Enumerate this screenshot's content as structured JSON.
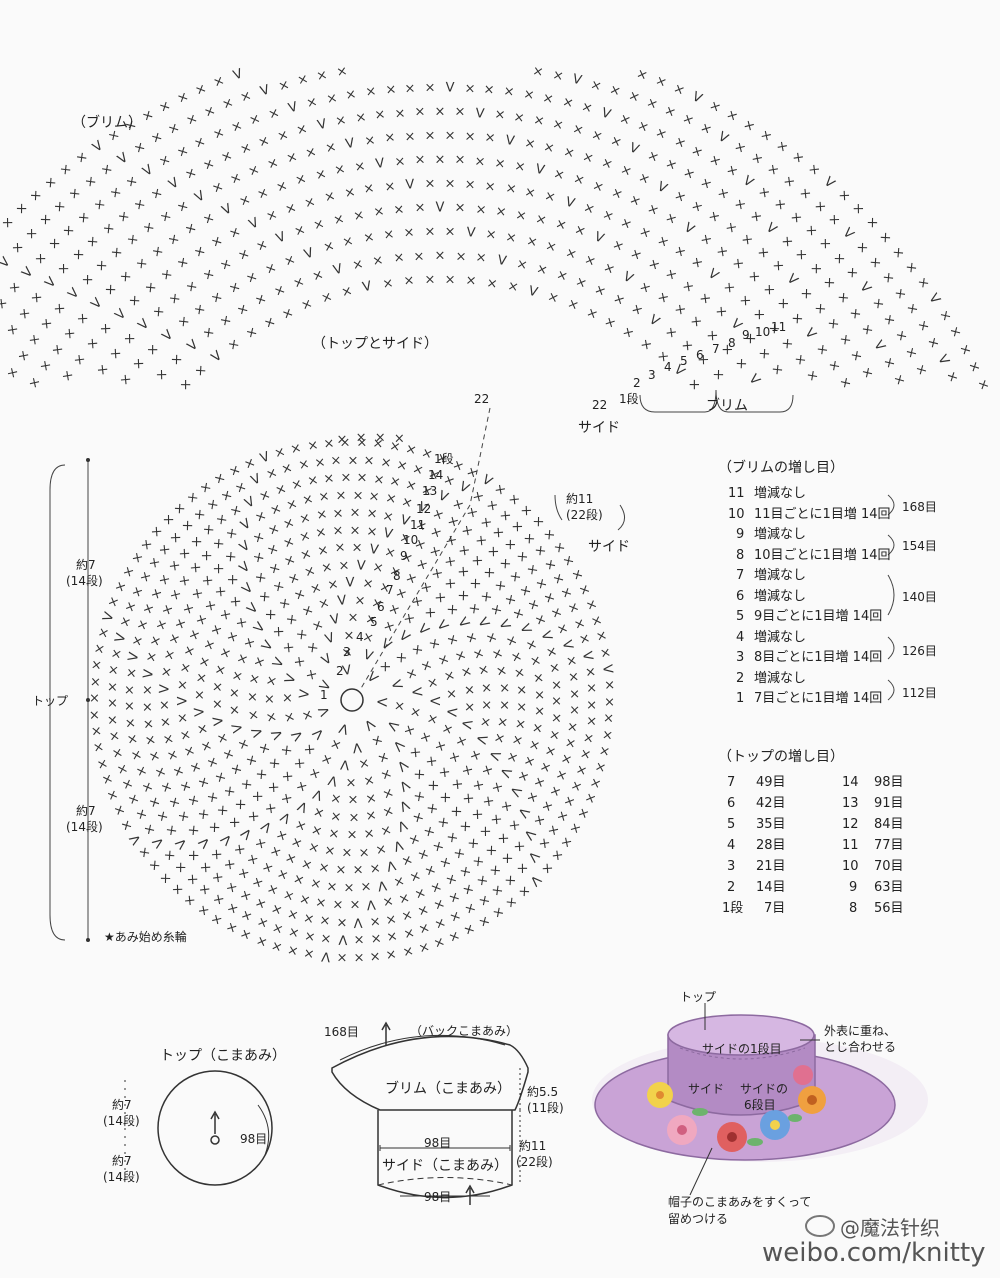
{
  "labels": {
    "brim": "（ブリム）",
    "top_side": "（トップとサイド）",
    "brim_rows_label": "ブリム",
    "side_label": "サイド",
    "side_label2": "サイド",
    "top_label": "トップ",
    "approx7_1": "約7",
    "approx7_1b": "(14段)",
    "approx7_2": "約7",
    "approx7_2b": "(14段)",
    "approx11": "約11",
    "approx11b": "(22段)",
    "start": "★あみ始め糸輪",
    "brim_row_numbers": [
      "22",
      "1段",
      "2",
      "3",
      "4",
      "5",
      "6",
      "7",
      "8",
      "9",
      "10",
      "11"
    ],
    "center_row_numbers": [
      "1",
      "2",
      "3",
      "4",
      "5",
      "6",
      "7",
      "8",
      "9",
      "10",
      "11",
      "12",
      "13",
      "14",
      "1段",
      "22"
    ]
  },
  "brim_increase": {
    "title": "（ブリムの増し目）",
    "rows": [
      {
        "row": "11",
        "text": "増減なし"
      },
      {
        "row": "10",
        "text": "11目ごとに1目増 14回"
      },
      {
        "row": "9",
        "text": "増減なし"
      },
      {
        "row": "8",
        "text": "10目ごとに1目増 14回"
      },
      {
        "row": "7",
        "text": "増減なし"
      },
      {
        "row": "6",
        "text": "増減なし"
      },
      {
        "row": "5",
        "text": "9目ごとに1目増 14回"
      },
      {
        "row": "4",
        "text": "増減なし"
      },
      {
        "row": "3",
        "text": "8目ごとに1目増 14回"
      },
      {
        "row": "2",
        "text": "増減なし"
      },
      {
        "row": "1",
        "text": "7目ごとに1目増 14回"
      }
    ],
    "totals": [
      "168目",
      "154目",
      "140目",
      "126目",
      "112目"
    ]
  },
  "top_increase": {
    "title": "（トップの増し目）",
    "left": [
      {
        "row": "7",
        "count": "49目"
      },
      {
        "row": "6",
        "count": "42目"
      },
      {
        "row": "5",
        "count": "35目"
      },
      {
        "row": "4",
        "count": "28目"
      },
      {
        "row": "3",
        "count": "21目"
      },
      {
        "row": "2",
        "count": "14目"
      },
      {
        "row": "1段",
        "count": "7目"
      }
    ],
    "right": [
      {
        "row": "14",
        "count": "98目"
      },
      {
        "row": "13",
        "count": "91目"
      },
      {
        "row": "12",
        "count": "84目"
      },
      {
        "row": "11",
        "count": "77目"
      },
      {
        "row": "10",
        "count": "70目"
      },
      {
        "row": "9",
        "count": "63目"
      },
      {
        "row": "8",
        "count": "56目"
      }
    ]
  },
  "top_diagram": {
    "title": "トップ（こまあみ）",
    "a1": "約7",
    "a1b": "(14段)",
    "a2": "約7",
    "a2b": "(14段)",
    "count": "98目"
  },
  "hat_diagram": {
    "top_count": "168目",
    "back": "（バックこまあみ）",
    "brim": "ブリム（こまあみ）",
    "brim_h": "約5.5",
    "brim_hb": "(11段)",
    "mid_count": "98目",
    "side": "サイド（こまあみ）",
    "side_h": "約11",
    "side_hb": "(22段)",
    "bottom_count": "98目"
  },
  "illustration": {
    "top": "トップ",
    "side_row1": "サイドの1段目",
    "side": "サイド",
    "side_row6a": "サイドの",
    "side_row6b": "6段目",
    "note1a": "外表に重ね、",
    "note1b": "とじ合わせる",
    "note2a": "帽子のこまあみをすくって",
    "note2b": "留めつける"
  },
  "watermark": {
    "line1": "@魔法针织",
    "line2": "weibo.com/knitty"
  },
  "colors": {
    "hat_purple": "#c9a3d6",
    "hat_purple_dark": "#b38bc4",
    "flower_yellow": "#f2d24b",
    "flower_pink": "#f0a8c0",
    "flower_blue": "#6aa0e0",
    "flower_red": "#e06060",
    "flower_orange": "#f0a040",
    "leaf_green": "#6db36d"
  }
}
